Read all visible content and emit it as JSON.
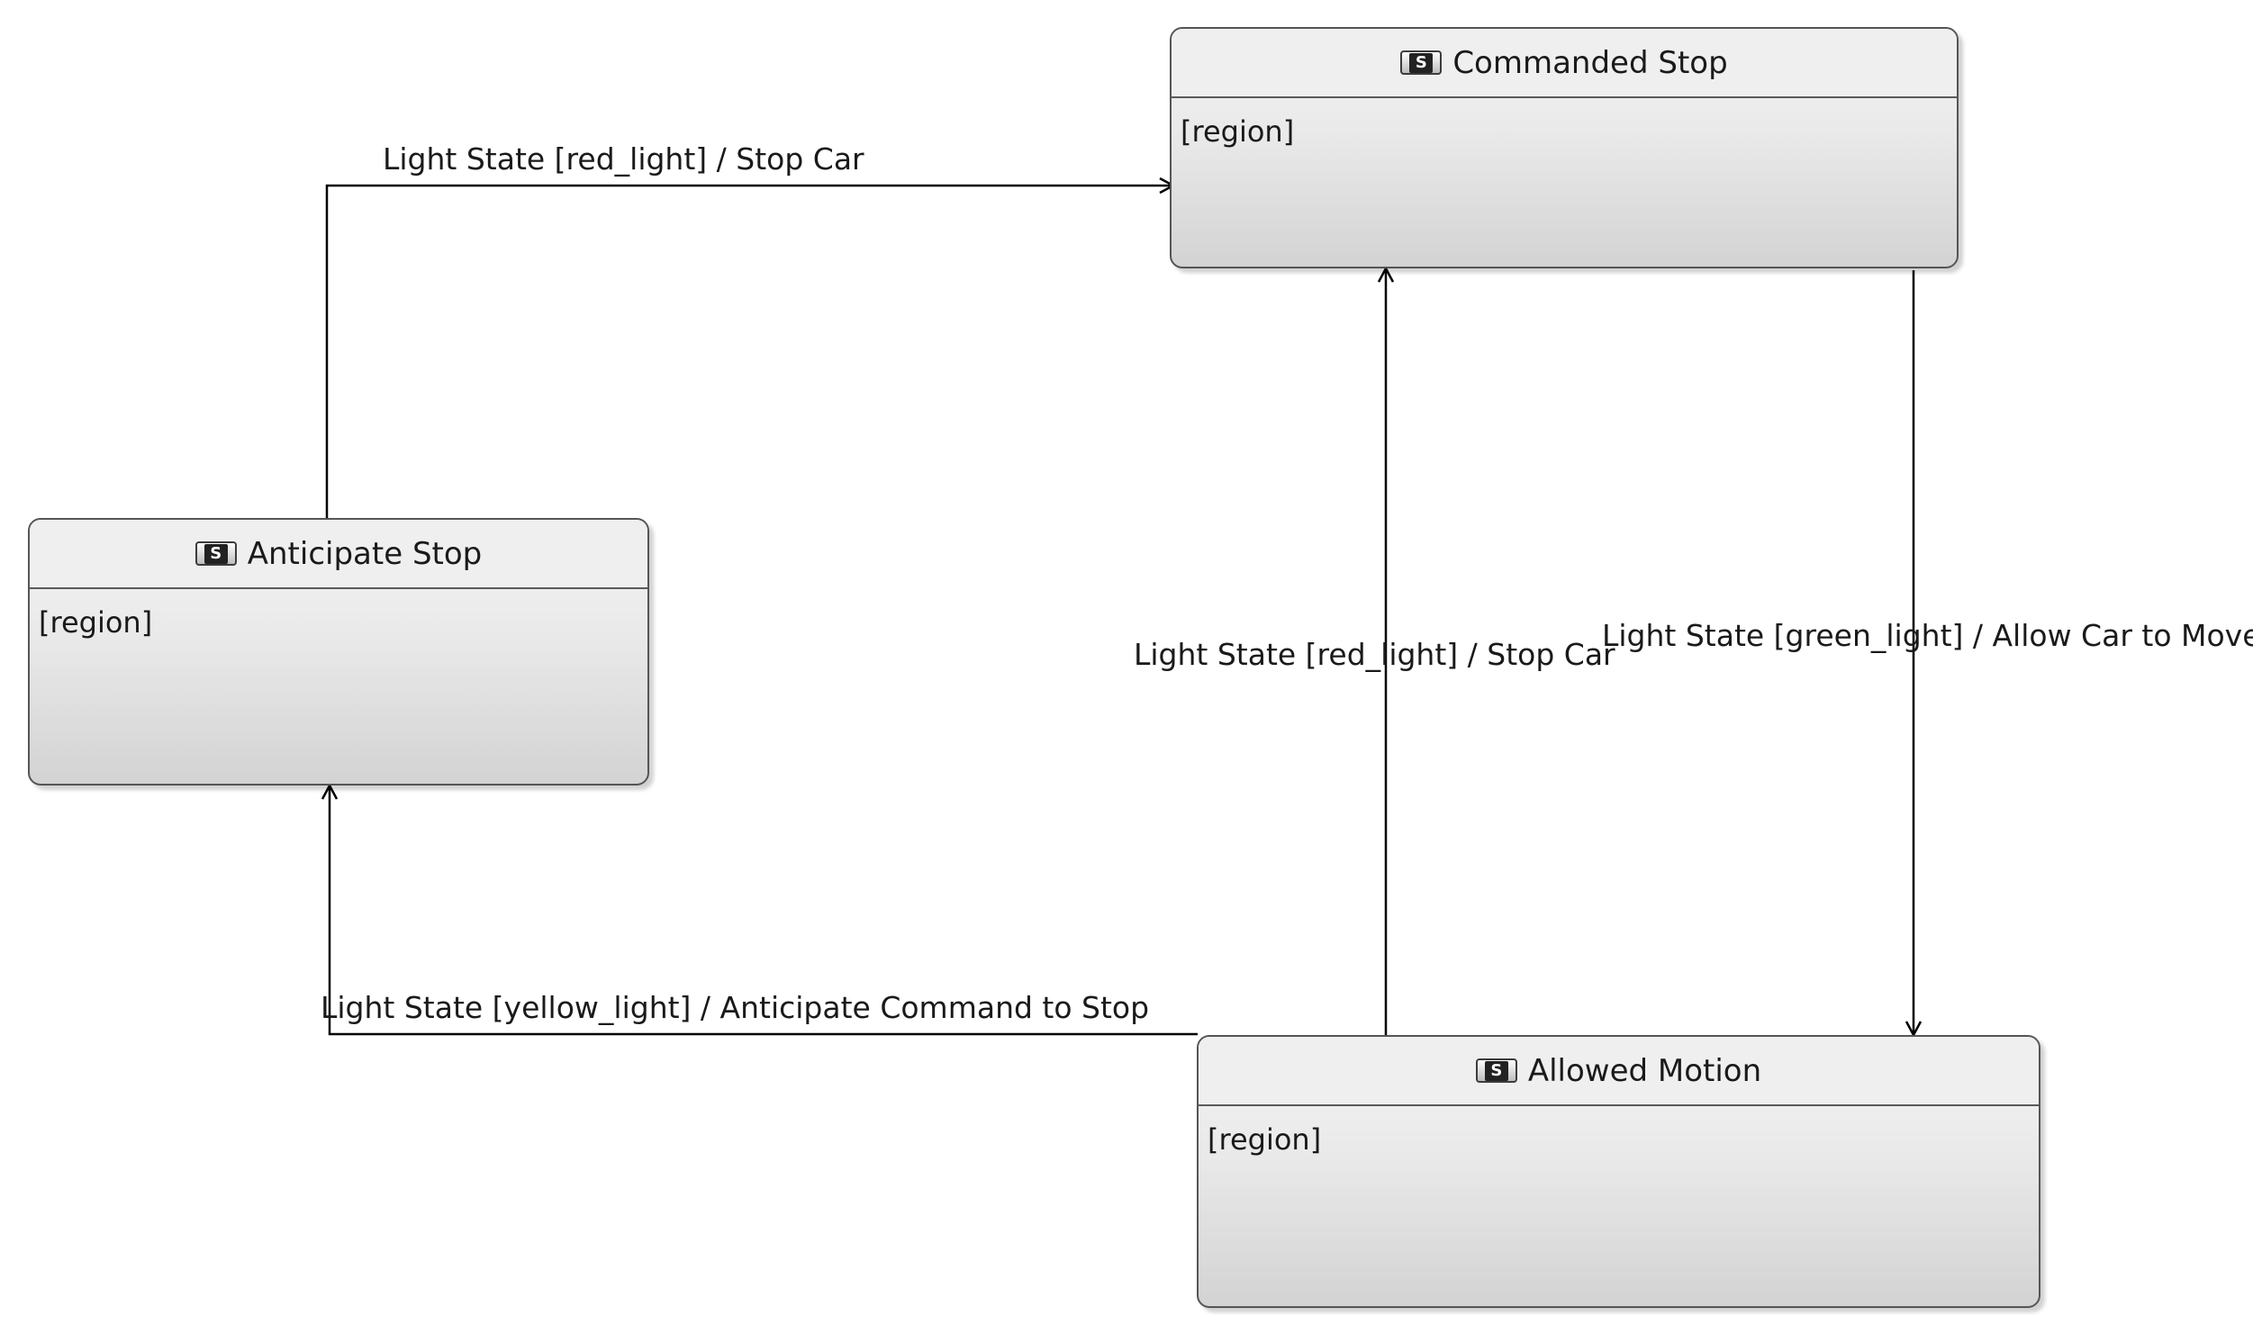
{
  "diagram": {
    "states": {
      "commanded_stop": {
        "name": "Commanded Stop",
        "region": "[region]",
        "icon": "state-icon"
      },
      "anticipate_stop": {
        "name": "Anticipate Stop",
        "region": "[region]",
        "icon": "state-icon"
      },
      "allowed_motion": {
        "name": "Allowed Motion",
        "region": "[region]",
        "icon": "state-icon"
      }
    },
    "transitions": {
      "anticipate_to_commanded": {
        "label": "Light State [red_light]  / Stop Car"
      },
      "allowed_to_commanded": {
        "label": "Light State [red_light]  / Stop Car"
      },
      "commanded_to_allowed": {
        "label": "Light State [green_light]  / Allow Car to Move"
      },
      "allowed_to_anticipate": {
        "label": "Light State [yellow_light]  / Anticipate Command to Stop"
      }
    },
    "icon_glyph": "S",
    "colors": {
      "line": "#000000",
      "border": "#555555",
      "fill_top": "#f4f4f4",
      "fill_bottom": "#d3d3d3"
    }
  }
}
